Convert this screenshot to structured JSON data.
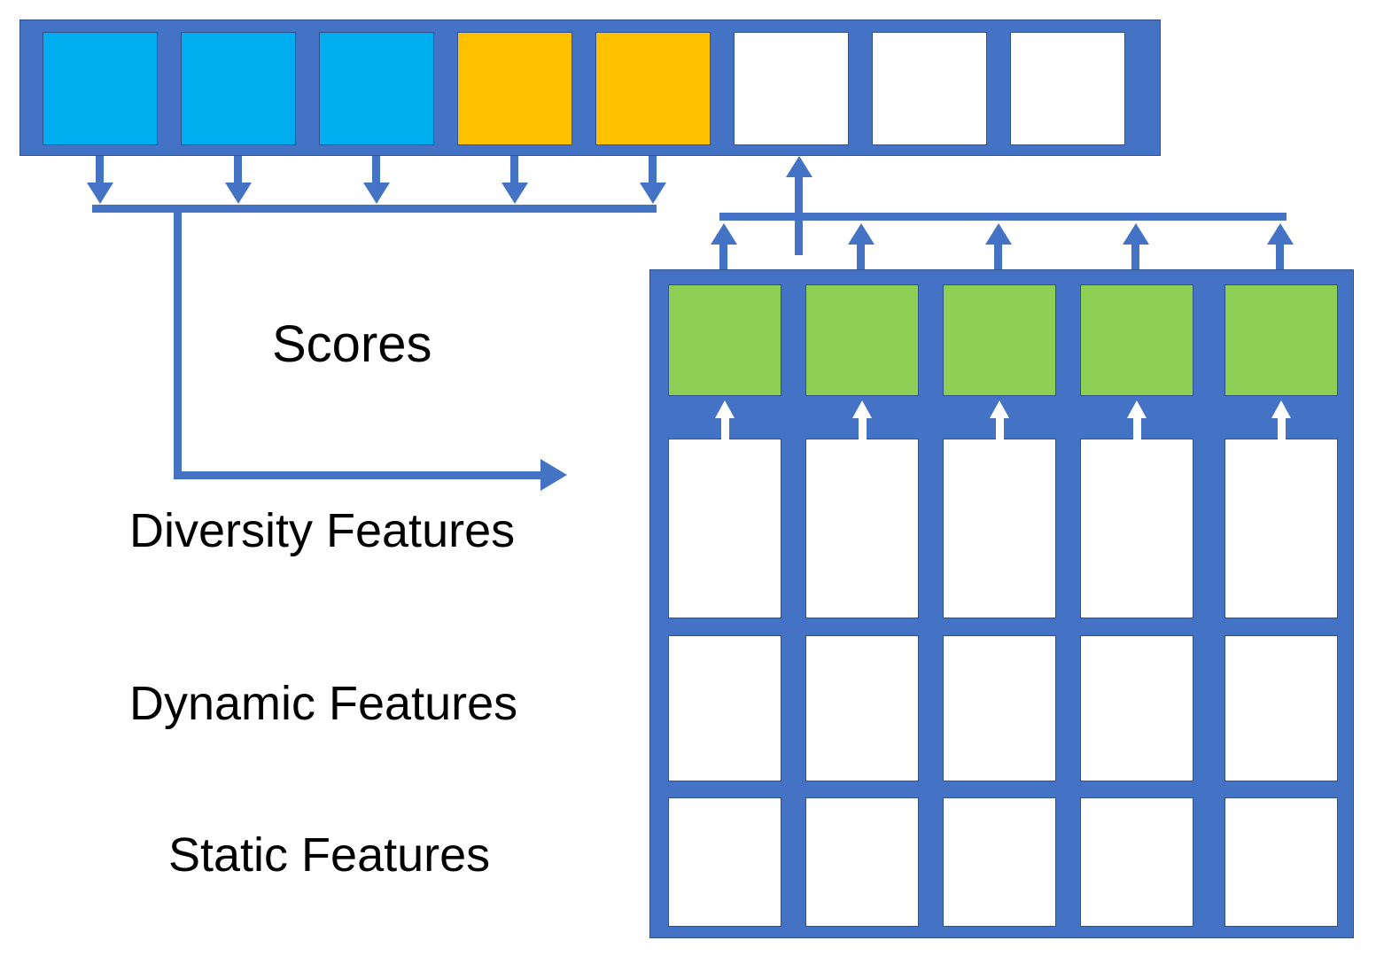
{
  "diagram": {
    "title": "Scores and feature grid diagram",
    "colors": {
      "frame_blue": "#4472C4",
      "frame_border": "#2F528F",
      "cyan": "#00AEEF",
      "amber": "#FFC000",
      "green": "#8DCE54",
      "blank": "#FFFFFF",
      "text": "#000000"
    },
    "labels": {
      "scores": "Scores",
      "diversity_features": "Diversity Features",
      "dynamic_features": "Dynamic Features",
      "static_features": "Static Features"
    },
    "slot_bar": {
      "name": "ranked-slot-bar",
      "cell_count": 8,
      "cells": [
        {
          "index": 1,
          "state": "cyan",
          "fill": "#00AEEF"
        },
        {
          "index": 2,
          "state": "cyan",
          "fill": "#00AEEF"
        },
        {
          "index": 3,
          "state": "cyan",
          "fill": "#00AEEF"
        },
        {
          "index": 4,
          "state": "amber",
          "fill": "#FFC000"
        },
        {
          "index": 5,
          "state": "amber",
          "fill": "#FFC000"
        },
        {
          "index": 6,
          "state": "blank",
          "fill": "#FFFFFF"
        },
        {
          "index": 7,
          "state": "blank",
          "fill": "#FFFFFF"
        },
        {
          "index": 8,
          "state": "blank",
          "fill": "#FFFFFF"
        }
      ]
    },
    "feature_grid": {
      "name": "feature-grid",
      "columns": 5,
      "rows": 4,
      "row_roles": [
        "scores",
        "diversity-features",
        "dynamic-features",
        "static-features"
      ],
      "row_fills": [
        "#8DCE54",
        "#FFFFFF",
        "#FFFFFF",
        "#FFFFFF"
      ]
    },
    "connectors": {
      "down_arrows_from_slots": 5,
      "up_arrows_into_slot": 1,
      "up_arrows_from_grid": 5,
      "white_up_arrows_in_grid": 5,
      "diversity_elbow_arrow": "right"
    }
  }
}
